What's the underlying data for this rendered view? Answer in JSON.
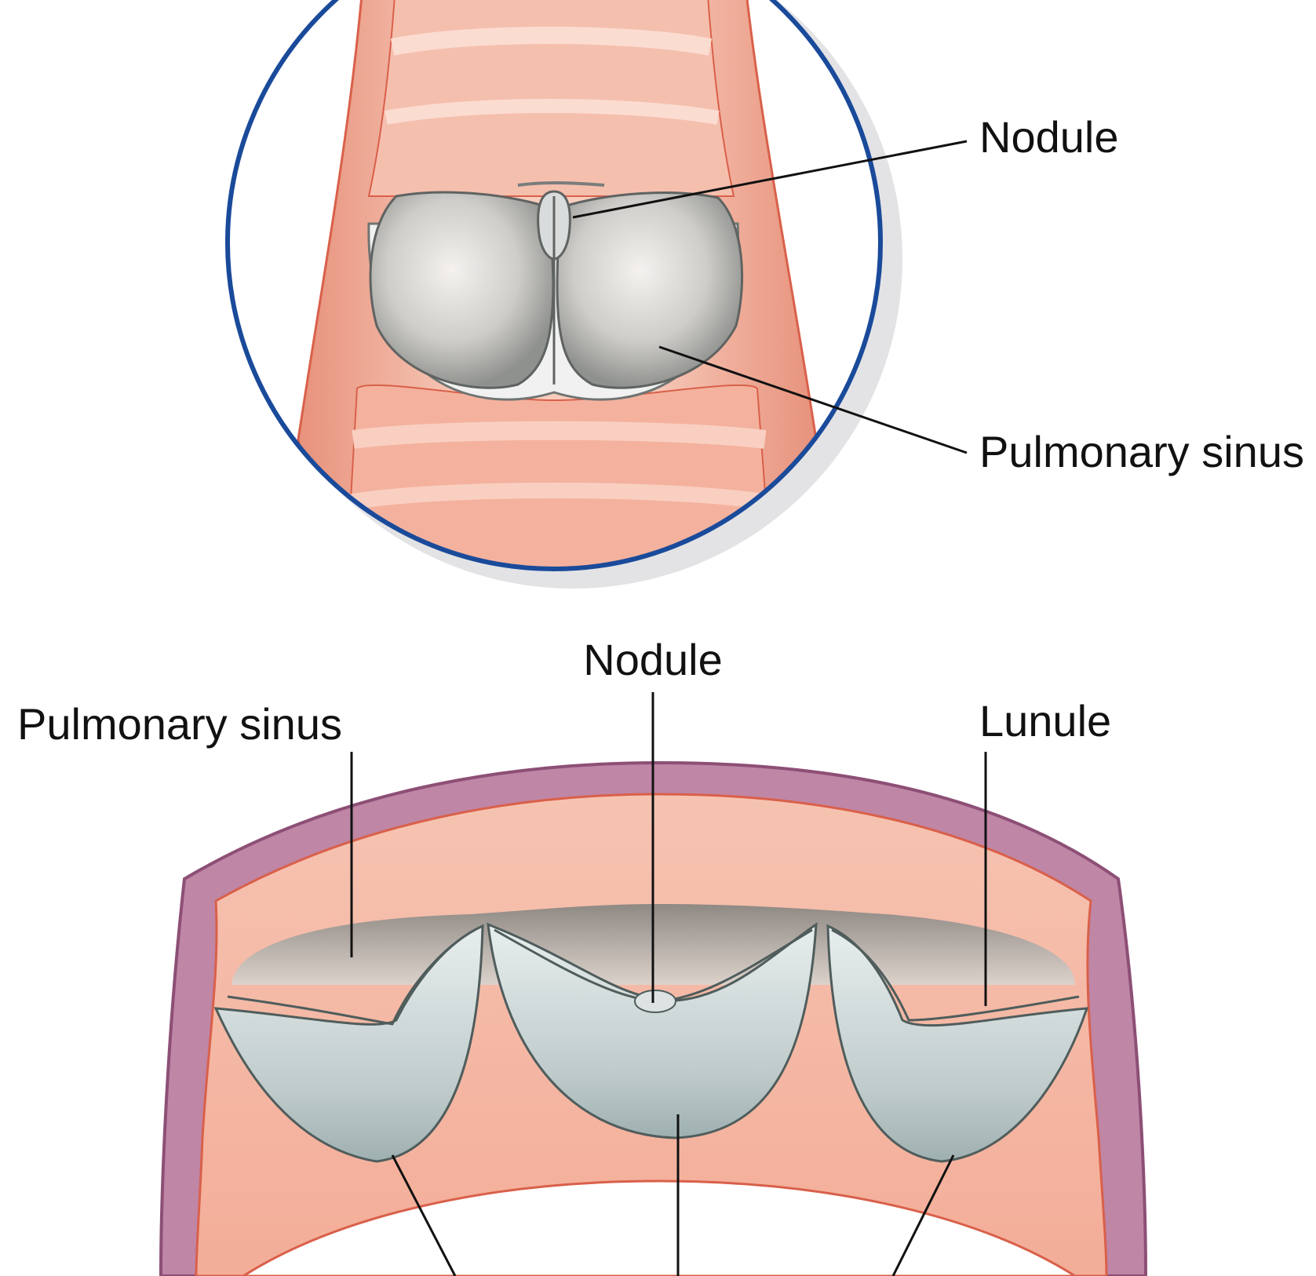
{
  "top_panel": {
    "labels": {
      "nodule": "Nodule",
      "pulmonary_sinus": "Pulmonary sinus"
    }
  },
  "bottom_panel": {
    "labels": {
      "nodule": "Nodule",
      "pulmonary_sinus": "Pulmonary sinus",
      "lunule": "Lunule"
    }
  },
  "colors": {
    "circle_outline": "#1a4a9a",
    "vessel_pink": "#f2b3a0",
    "vessel_edge": "#d9604a",
    "cusp_gray": "#c8cbc9",
    "cusp_blue_gray": "#b9c7c6",
    "wall_purple": "#a86a8f"
  }
}
